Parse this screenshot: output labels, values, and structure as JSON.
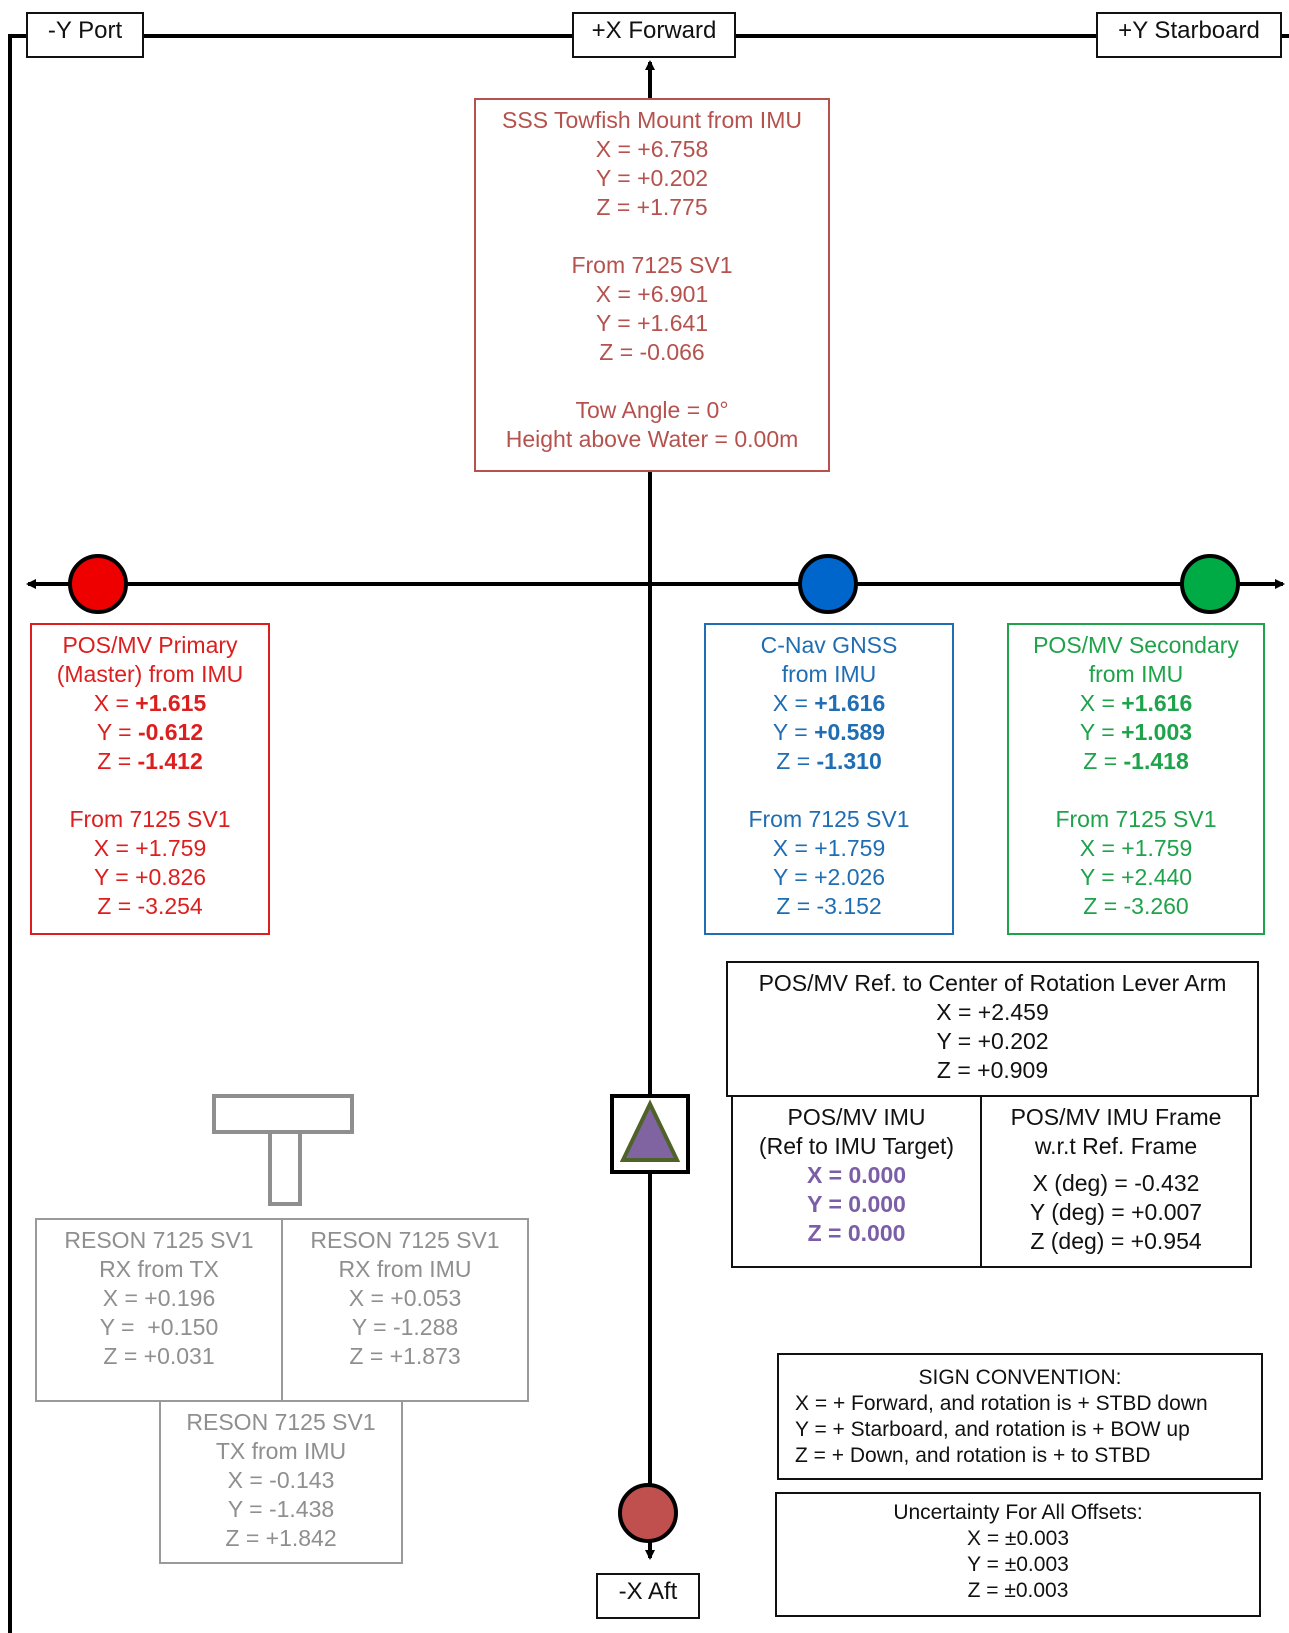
{
  "axis_labels": {
    "port": "-Y Port",
    "forward": "+X Forward",
    "starboard": "+Y Starboard",
    "aft": "-X Aft"
  },
  "colors": {
    "primary_antenna": "#ee0000",
    "cnav_antenna": "#0066cc",
    "secondary_antenna": "#00aa44",
    "towfish": "#c0504d",
    "imu_triangle": "#8064a2",
    "imu_triangle_outline": "#4f6228",
    "sonar_grey": "#8f8f8f"
  },
  "sss_towfish": {
    "title": "SSS Towfish Mount from IMU",
    "x": "X = +6.758",
    "y": "Y = +0.202",
    "z": "Z = +1.775",
    "sv_title": "From 7125 SV1",
    "sv_x": "X = +6.901",
    "sv_y": "Y = +1.641",
    "sv_z": "Z = -0.066",
    "tow_angle": "Tow Angle = 0°",
    "height": "Height above Water = 0.00m"
  },
  "pos_primary": {
    "title1": "POS/MV Primary",
    "title2": "(Master) from IMU",
    "x_label": "X = ",
    "x_value": "+1.615",
    "y_label": "Y = ",
    "y_value": "-0.612",
    "z_label": "Z = ",
    "z_value": "-1.412",
    "sv_title": "From 7125 SV1",
    "sv_x": "X = +1.759",
    "sv_y": "Y = +0.826",
    "sv_z": "Z = -3.254"
  },
  "cnav": {
    "title1": "C-Nav GNSS",
    "title2": "from IMU",
    "x_label": "X = ",
    "x_value": "+1.616",
    "y_label": "Y = ",
    "y_value": "+0.589",
    "z_label": "Z = ",
    "z_value": "-1.310",
    "sv_title": "From 7125 SV1",
    "sv_x": "X = +1.759",
    "sv_y": "Y = +2.026",
    "sv_z": "Z = -3.152"
  },
  "pos_secondary": {
    "title1": "POS/MV Secondary",
    "title2": "from IMU",
    "x_label": "X = ",
    "x_value": "+1.616",
    "y_label": "Y = ",
    "y_value": "+1.003",
    "z_label": "Z = ",
    "z_value": "-1.418",
    "sv_title": "From 7125 SV1",
    "sv_x": "X = +1.759",
    "sv_y": "Y = +2.440",
    "sv_z": "Z = -3.260"
  },
  "cor_lever": {
    "title": "POS/MV Ref. to Center of Rotation Lever Arm",
    "x": "X = +2.459",
    "y": "Y = +0.202",
    "z": "Z = +0.909"
  },
  "imu": {
    "title1": "POS/MV IMU",
    "title2": "(Ref to IMU Target)",
    "x": "X = 0.000",
    "y": "Y = 0.000",
    "z": "Z = 0.000"
  },
  "imu_frame": {
    "title1": "POS/MV IMU Frame",
    "title2": "w.r.t Ref. Frame",
    "x": "X (deg) = -0.432",
    "y": "Y (deg) = +0.007",
    "z": "Z (deg) = +0.954"
  },
  "reson_rx_tx": {
    "title1": "RESON 7125 SV1",
    "title2": "RX from TX",
    "x": "X = +0.196",
    "y": "Y =  +0.150",
    "z": "Z = +0.031"
  },
  "reson_rx_imu": {
    "title1": "RESON 7125 SV1",
    "title2": "RX from IMU",
    "x": "X = +0.053",
    "y": "Y = -1.288",
    "z": "Z = +1.873"
  },
  "reson_tx_imu": {
    "title1": "RESON 7125 SV1",
    "title2": "TX from IMU",
    "x": "X = -0.143",
    "y": "Y = -1.438",
    "z": "Z = +1.842"
  },
  "sign_convention": {
    "title": "SIGN CONVENTION:",
    "x": "X = + Forward, and rotation is + STBD down",
    "y": "Y = + Starboard, and rotation is + BOW up",
    "z": "Z = + Down, and rotation is + to STBD"
  },
  "uncertainty": {
    "title": "Uncertainty For All Offsets:",
    "x": "X = ±0.003",
    "y": "Y = ±0.003",
    "z": "Z = ±0.003"
  }
}
